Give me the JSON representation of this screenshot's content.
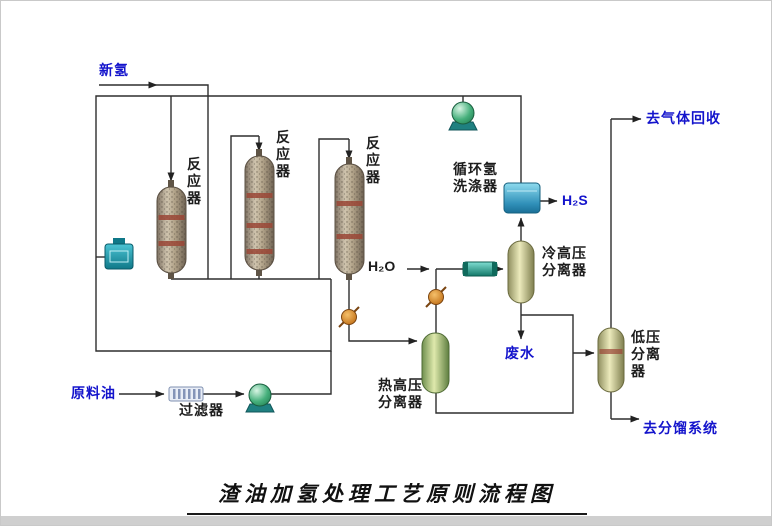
{
  "page": {
    "title": "渣油加氢处理工艺原则流程图"
  },
  "labels": {
    "fresh_hydrogen": "新氢",
    "reactor": "反\n应\n器",
    "recycle_scrubber": "循环氢\n洗涤器",
    "h2s": "H₂S",
    "cold_hp_separator": "冷高压\n分离器",
    "waste_water": "废水",
    "h2o": "H₂O",
    "hot_hp_separator": "热高压\n分离器",
    "lp_separator": "低压\n分离\n器",
    "feed_oil": "原料油",
    "filter": "过滤器",
    "to_gas_recovery": "去气体回收",
    "to_fractionation": "去分馏系统"
  },
  "icons": {
    "pump": "pump-ball-icon",
    "valve": "valve-disc-icon",
    "heat_exchanger": "heat-exchanger-icon",
    "compressor": "compressor-icon",
    "filter": "filter-cartridge-icon"
  },
  "colors": {
    "stream_label_blue": "#1414cc",
    "pipe_line": "#2e2e2e",
    "valve_orange": "#c87a22",
    "scrubber_blue": "#2f8fb8",
    "vessel_khaki": "#cfcf9a",
    "hot_vessel_olive": "#9cb06a",
    "pump_green": "#46b07c",
    "reactor_tan": "#b3a48a"
  }
}
